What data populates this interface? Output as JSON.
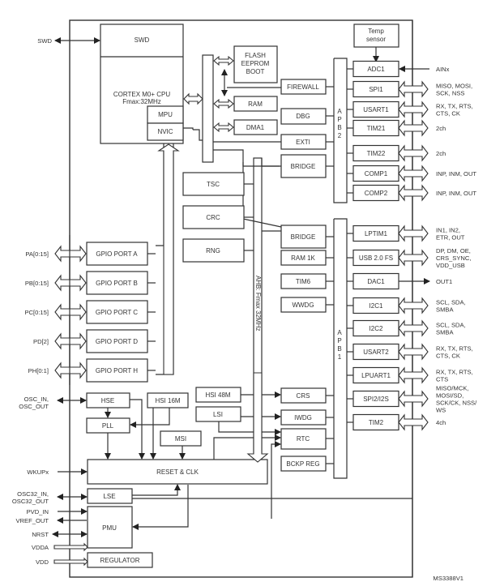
{
  "diagram": {
    "figure_id": "MS3388V1",
    "bus_labels": {
      "ahb": "AHB: Fmax 32MHz",
      "apb2": [
        "A",
        "P",
        "B",
        "2"
      ],
      "apb1": [
        "A",
        "P",
        "B",
        "1"
      ]
    },
    "core": {
      "swd": "SWD",
      "cpu_line1": "CORTEX M0+ CPU",
      "cpu_line2": "Fmax:32MHz",
      "mpu": "MPU",
      "nvic": "NVIC"
    },
    "memory": {
      "flash": [
        "FLASH",
        "EEPROM",
        "BOOT"
      ],
      "ram": "RAM",
      "dma": "DMA1"
    },
    "ahb_periph": {
      "tsc": "TSC",
      "crc": "CRC",
      "rng": "RNG"
    },
    "apb2_side": {
      "firewall": "FIREWALL",
      "dbg": "DBG",
      "exti": "EXTI",
      "bridge": "BRIDGE",
      "temp": [
        "Temp",
        "sensor"
      ]
    },
    "apb2_periph": [
      {
        "label": "ADC1",
        "pins": [
          "AINx"
        ],
        "kind": "in"
      },
      {
        "label": "SPI1",
        "pins": [
          "MISO, MOSI,",
          "SCK, NSS"
        ],
        "kind": "bidir"
      },
      {
        "label": "USART1",
        "pins": [
          "RX, TX, RTS,",
          "CTS, CK"
        ],
        "kind": "bidir"
      },
      {
        "label": "TIM21",
        "pins": [
          "2ch"
        ],
        "kind": "bidir"
      },
      {
        "label": "TIM22",
        "pins": [
          "2ch"
        ],
        "kind": "bidir"
      },
      {
        "label": "COMP1",
        "pins": [
          "INP, INM, OUT"
        ],
        "kind": "bidir"
      },
      {
        "label": "COMP2",
        "pins": [
          "INP, INM, OUT"
        ],
        "kind": "bidir"
      }
    ],
    "apb1_side": {
      "bridge": "BRIDGE",
      "ram1k": "RAM 1K",
      "tim6": "TIM6",
      "wwdg": "WWDG",
      "crs": "CRS",
      "iwdg": "IWDG",
      "rtc": "RTC",
      "bckp": "BCKP REG"
    },
    "apb1_periph": [
      {
        "label": "LPTIM1",
        "pins": [
          "IN1, IN2,",
          "ETR, OUT"
        ],
        "kind": "bidir"
      },
      {
        "label": "USB 2.0 FS",
        "pins": [
          "DP, DM, OE,",
          "CRS_SYNC,",
          "VDD_USB"
        ],
        "kind": "bidir"
      },
      {
        "label": "DAC1",
        "pins": [
          "OUT1"
        ],
        "kind": "out"
      },
      {
        "label": "I2C1",
        "pins": [
          "SCL, SDA,",
          "SMBA"
        ],
        "kind": "bidir"
      },
      {
        "label": "I2C2",
        "pins": [
          "SCL, SDA,",
          "SMBA"
        ],
        "kind": "bidir"
      },
      {
        "label": "USART2",
        "pins": [
          "RX, TX, RTS,",
          "CTS, CK"
        ],
        "kind": "bidir"
      },
      {
        "label": "LPUART1",
        "pins": [
          "RX, TX, RTS,",
          "CTS"
        ],
        "kind": "bidir"
      },
      {
        "label": "SPI2/I2S",
        "pins": [
          "MISO/MCK,",
          "MOSI/SD,",
          "SCK/CK, NSS/",
          "WS"
        ],
        "kind": "bidir"
      },
      {
        "label": "TIM2",
        "pins": [
          "4ch"
        ],
        "kind": "bidir"
      }
    ],
    "gpio": [
      {
        "label": "GPIO PORT A",
        "pins": "PA[0:15]"
      },
      {
        "label": "GPIO PORT B",
        "pins": "PB[0:15]"
      },
      {
        "label": "GPIO PORT C",
        "pins": "PC[0:15]"
      },
      {
        "label": "GPIO PORT D",
        "pins": "PD[2]"
      },
      {
        "label": "GPIO PORT H",
        "pins": "PH[0:1]"
      }
    ],
    "clock": {
      "hse": "HSE",
      "hsi16": "HSI 16M",
      "pll": "PLL",
      "msi": "MSI",
      "hsi48": "HSI 48M",
      "lsi": "LSI",
      "reset_clk": "RESET & CLK",
      "lse": "LSE",
      "pmu": "PMU",
      "regulator": "REGULATOR"
    },
    "ext_left": {
      "swd": "SWD",
      "osc": [
        "OSC_IN,",
        "OSC_OUT"
      ],
      "wkup": "WKUPx",
      "osc32": [
        "OSC32_IN,",
        "OSC32_OUT"
      ],
      "pvd_in": "PVD_IN",
      "vref_out": "VREF_OUT",
      "nrst": "NRST",
      "vdda": "VDDA",
      "vdd": "VDD"
    }
  }
}
